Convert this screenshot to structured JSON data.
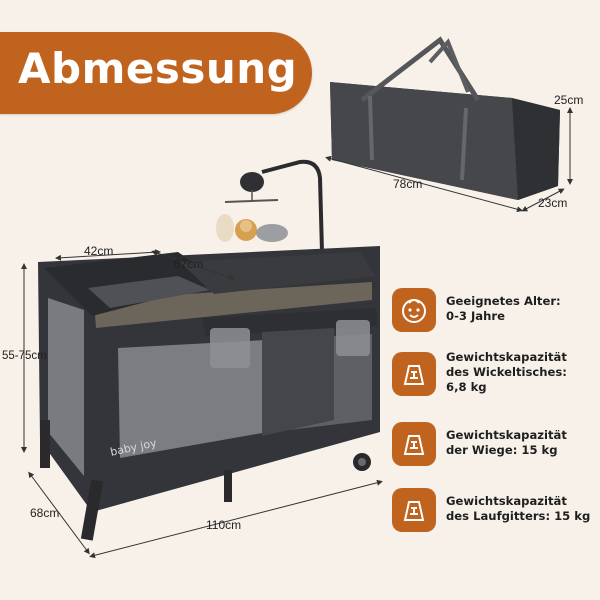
{
  "banner": {
    "title": "Abmessung"
  },
  "bag": {
    "height": "25cm",
    "length": "78cm",
    "depth": "23cm"
  },
  "bed": {
    "top_width": "42cm",
    "changer_width": "67cm",
    "height": "55-75cm",
    "depth": "68cm",
    "length": "110cm",
    "brand": "baby joy"
  },
  "features": [
    {
      "icon": "baby-face-icon",
      "lines": [
        "Geeignetes Alter:",
        "0-3 Jahre"
      ]
    },
    {
      "icon": "scale-icon",
      "lines": [
        "Gewichtskapazität",
        "des Wickeltisches:",
        "6,8 kg"
      ]
    },
    {
      "icon": "scale-icon",
      "lines": [
        "Gewichtskapazität",
        "der Wiege: 15 kg"
      ]
    },
    {
      "icon": "scale-icon",
      "lines": [
        "Gewichtskapazität",
        "des Laufgitters: 15 kg"
      ]
    }
  ],
  "colors": {
    "accent": "#c0631f",
    "background": "#f7f1ea",
    "product": "#3a3b3f"
  }
}
